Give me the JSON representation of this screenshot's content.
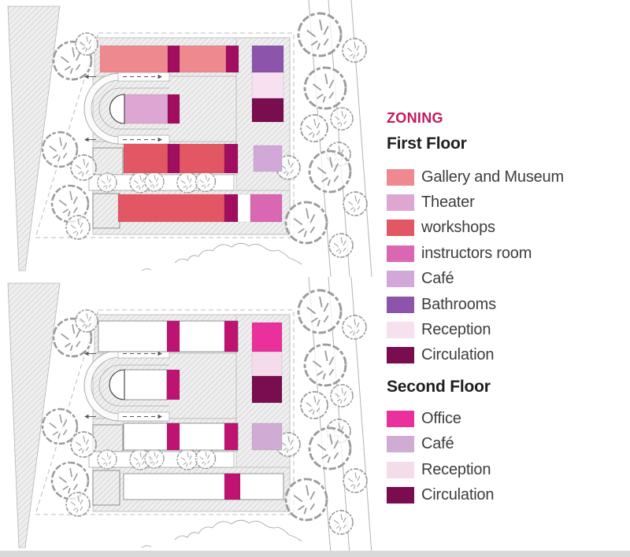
{
  "legend": {
    "heading": "ZONING",
    "sections": [
      {
        "title": "First Floor",
        "items": [
          {
            "label": "Gallery and Museum",
            "zone": "gallery"
          },
          {
            "label": "Theater",
            "zone": "theater"
          },
          {
            "label": "workshops",
            "zone": "workshops"
          },
          {
            "label": "instructors room",
            "zone": "instructors"
          },
          {
            "label": "Café",
            "zone": "cafe"
          },
          {
            "label": "Bathrooms",
            "zone": "bathrooms"
          },
          {
            "label": "Reception",
            "zone": "reception"
          },
          {
            "label": "Circulation",
            "zone": "circulation"
          }
        ]
      },
      {
        "title": "Second Floor",
        "items": [
          {
            "label": "Office",
            "zone": "office"
          },
          {
            "label": "Café",
            "zone": "cafe2"
          },
          {
            "label": "Reception",
            "zone": "reception2"
          },
          {
            "label": "Circulation",
            "zone": "circulation2"
          }
        ]
      }
    ]
  },
  "colors": {
    "accent": "#C4195F",
    "gallery": "#EE8A8F",
    "theater": "#DEA6D3",
    "workshops": "#E25763",
    "instructors": "#DA67B2",
    "cafe": "#D2A8D8",
    "bathrooms": "#8C54AA",
    "reception": "#F7E0F0",
    "circulation": "#7A0C50",
    "office": "#E9309C",
    "cafe2": "#D0ABD4",
    "reception2": "#F4DCEB",
    "circulation2": "#7A0C50",
    "strip": "#A10E60",
    "strip2": "#BE1370"
  }
}
